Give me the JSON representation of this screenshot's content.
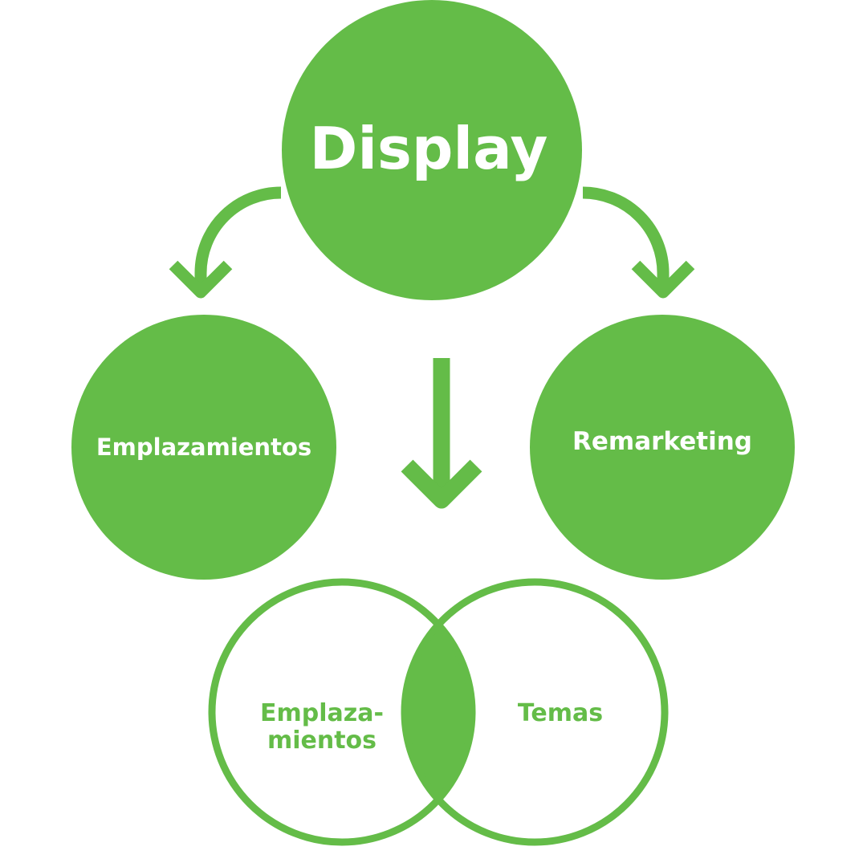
{
  "colors": {
    "primary": "#64bc48",
    "background": "#ffffff",
    "text_on_primary": "#ffffff"
  },
  "nodes": {
    "top": {
      "label": "Display"
    },
    "left": {
      "label": "Emplazamientos"
    },
    "right": {
      "label": "Remarketing"
    }
  },
  "venn": {
    "left_label_line1": "Emplaza-",
    "left_label_line2": "mientos",
    "right_label": "Temas"
  },
  "arrows": [
    {
      "from": "Display",
      "to": "Emplazamientos",
      "icon": "curved-arrow-down-left"
    },
    {
      "from": "Display",
      "to": "Remarketing",
      "icon": "curved-arrow-down-right"
    },
    {
      "from": "Display",
      "to": "Venn",
      "icon": "arrow-down"
    }
  ]
}
